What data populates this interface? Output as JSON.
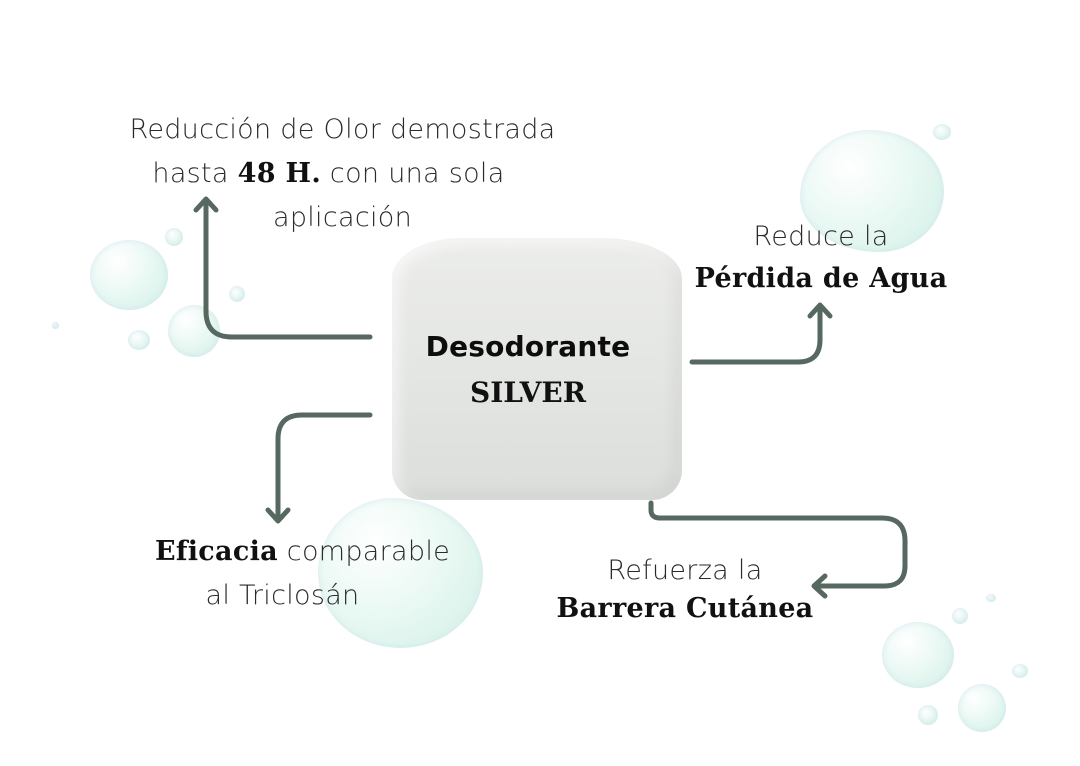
{
  "diagram": {
    "center": {
      "title": "Desodorante",
      "subtitle": "SILVER"
    },
    "benefits": [
      {
        "id": "odor",
        "line1": "Reducción de Olor demostrada",
        "line2_pre": "hasta ",
        "line2_bold": "48 H.",
        "line2_post": " con una sola",
        "line3": "aplicación"
      },
      {
        "id": "water",
        "line1": "Reduce la",
        "line2_bold": "Pérdida de Agua"
      },
      {
        "id": "efficacy",
        "line1_bold": "Eficacia",
        "line1_post": " comparable",
        "line2": "al Triclosán"
      },
      {
        "id": "barrier",
        "line1": "Refuerza la",
        "line2_bold": "Barrera Cutánea"
      }
    ],
    "colors": {
      "arrow": "#56685f",
      "background": "#ffffff",
      "product": "#e6e8e5",
      "text": "#1a1a1a"
    }
  }
}
